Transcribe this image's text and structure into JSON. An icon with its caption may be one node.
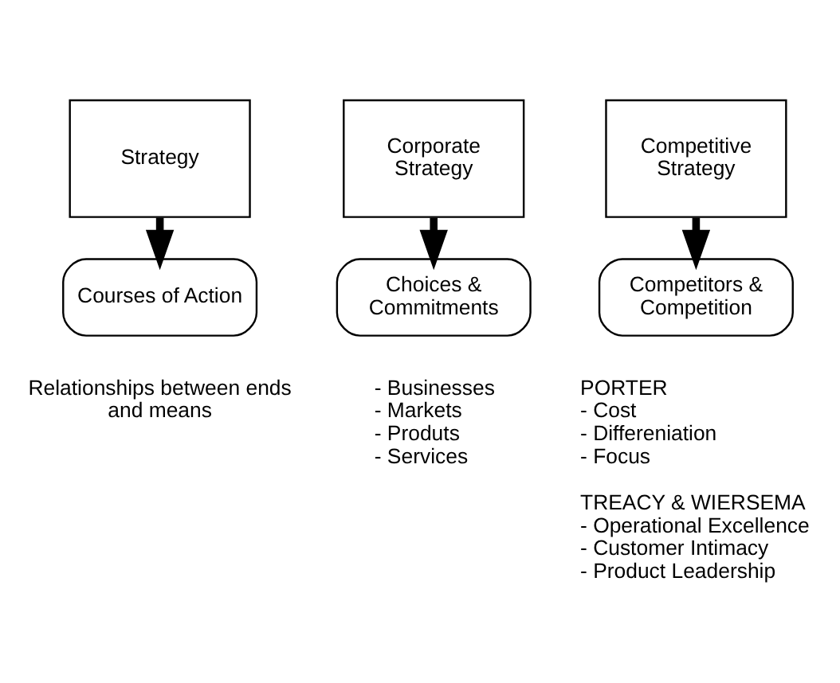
{
  "diagram": {
    "nodes": [
      {
        "text": [
          "Strategy"
        ]
      },
      {
        "text": [
          "Corporate Strategy"
        ]
      },
      {
        "text": [
          "Competitive Strategy"
        ]
      },
      {
        "text": [
          "Courses of Action"
        ],
        "beside": [
          "Relationships between ends and means"
        ]
      },
      {
        "text": [
          "Choices & Commitments"
        ],
        "beside": [
          "- Businesses",
          "- Markets",
          "- Produts",
          "- Services"
        ]
      },
      {
        "text": [
          "Competitors & Competition"
        ],
        "beside": [
          "PORTER",
          "- Cost",
          "- Differeniation",
          "- Focus",
          "TREACY & WIERSEMA",
          "- Operational Excellence",
          "- Customer Intimacy",
          "- Product Leadership"
        ]
      }
    ],
    "edges": [
      {
        "from": 0,
        "to": 3,
        "arrow": "to"
      },
      {
        "from": 1,
        "to": 4,
        "arrow": "to"
      },
      {
        "from": 2,
        "to": 5,
        "arrow": "to"
      }
    ]
  }
}
